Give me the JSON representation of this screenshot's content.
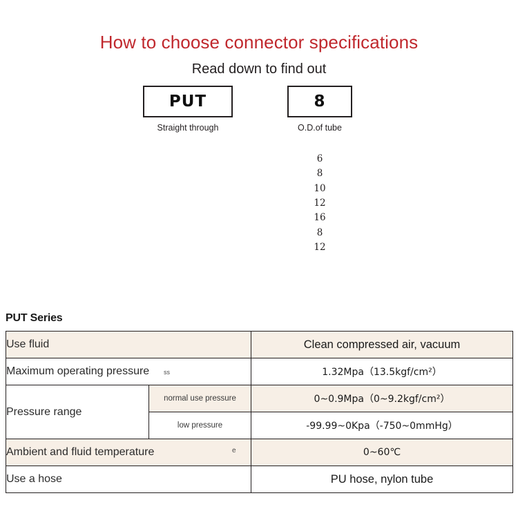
{
  "header": {
    "title": "How to choose connector specifications",
    "subtitle": "Read down to find out",
    "title_color": "#c0282d"
  },
  "selector": {
    "boxes": [
      {
        "code": "PUT",
        "caption": "Straight through"
      },
      {
        "code": "8",
        "caption": "O.D.of tube"
      }
    ],
    "tube_sizes": [
      "6",
      "8",
      "10",
      "12",
      "16",
      "8",
      "12"
    ]
  },
  "spec": {
    "title": "PUT Series",
    "shade_color": "#f7efe6",
    "rows": [
      {
        "label": "Use fluid",
        "value": "Clean compressed air, vacuum"
      },
      {
        "label": "Maximum operating pressure",
        "value": "1.32Mpa（13.5kgf/cm²）",
        "artifact": "ss"
      },
      {
        "label": "Pressure range",
        "sub_rows": [
          {
            "sublabel": "normal use pressure",
            "value": "0~0.9Mpa（0~9.2kgf/cm²）"
          },
          {
            "sublabel": "low pressure",
            "value": "-99.99~0Kpa（-750~0mmHg）"
          }
        ]
      },
      {
        "label": "Ambient and fluid temperature",
        "value": "0~60℃",
        "artifact": "e"
      },
      {
        "label": "Use a hose",
        "value": "PU hose, nylon tube"
      }
    ]
  }
}
